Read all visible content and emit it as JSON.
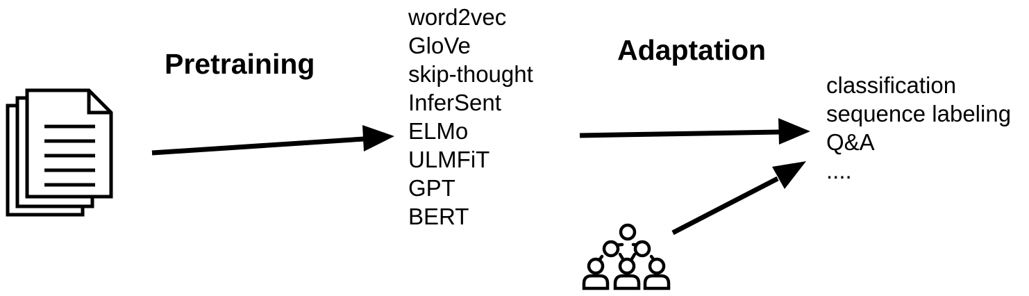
{
  "stages": {
    "pretraining": "Pretraining",
    "adaptation": "Adaptation"
  },
  "models": [
    "word2vec",
    "GloVe",
    "skip-thought",
    "InferSent",
    "ELMo",
    "ULMFiT",
    "GPT",
    "BERT"
  ],
  "tasks": [
    "classification",
    "sequence labeling",
    "Q&A",
    "...."
  ],
  "icons": {
    "documents": "documents-stack-icon",
    "people": "people-group-icon"
  },
  "colors": {
    "ink": "#000000",
    "background": "#ffffff"
  }
}
